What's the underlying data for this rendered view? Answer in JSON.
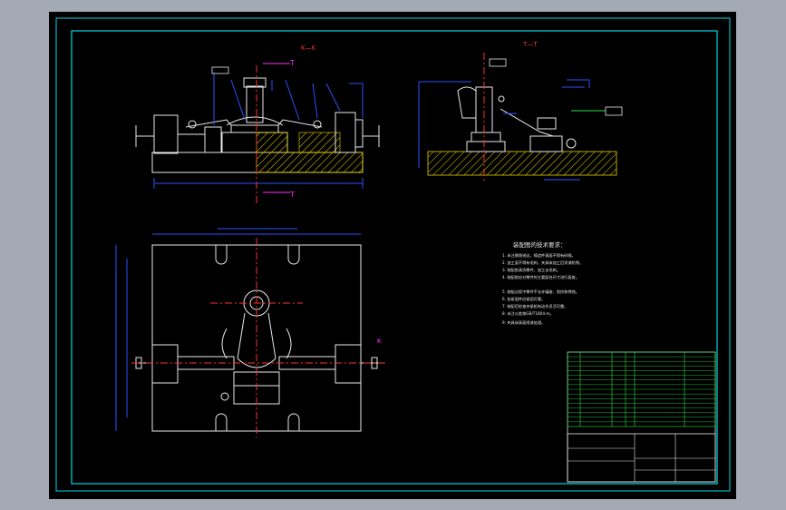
{
  "drawing": {
    "section_kk_label": "K—K",
    "section_tt_label": "T—T",
    "cut_mark_t": "T",
    "cut_mark_k": "K",
    "tech_title": "装配图的技术要求：",
    "tech_requirements": [
      "1. 未注倒角锐边，铸造件表面不得有砂眼。",
      "2. 加工面不得有毛刺，夹具体加工后涂漆防锈。",
      "3. 装配前清洗零件，加工去毛刺。",
      "4. 装配前应对零件的主要配合尺寸进行复查。",
      "5. 装配过程中零件不允许磕碰、划伤和锈蚀。",
      "6. 各紧固件应紧固可靠。",
      "7. 装配后检查夹紧机构动作灵活可靠。",
      "8. 未注公差按GB/T1804-m。",
      "9. 夹具体表面喷漆处理。"
    ]
  },
  "colors": {
    "background": "#a3aab3",
    "sheet": "#000000",
    "frame": "#00d8e8",
    "outline": "#e8e8e8",
    "hatch": "#e8d400",
    "dimension": "#2a52ff",
    "centerline": "#ff3030",
    "table": "#34e04a"
  }
}
